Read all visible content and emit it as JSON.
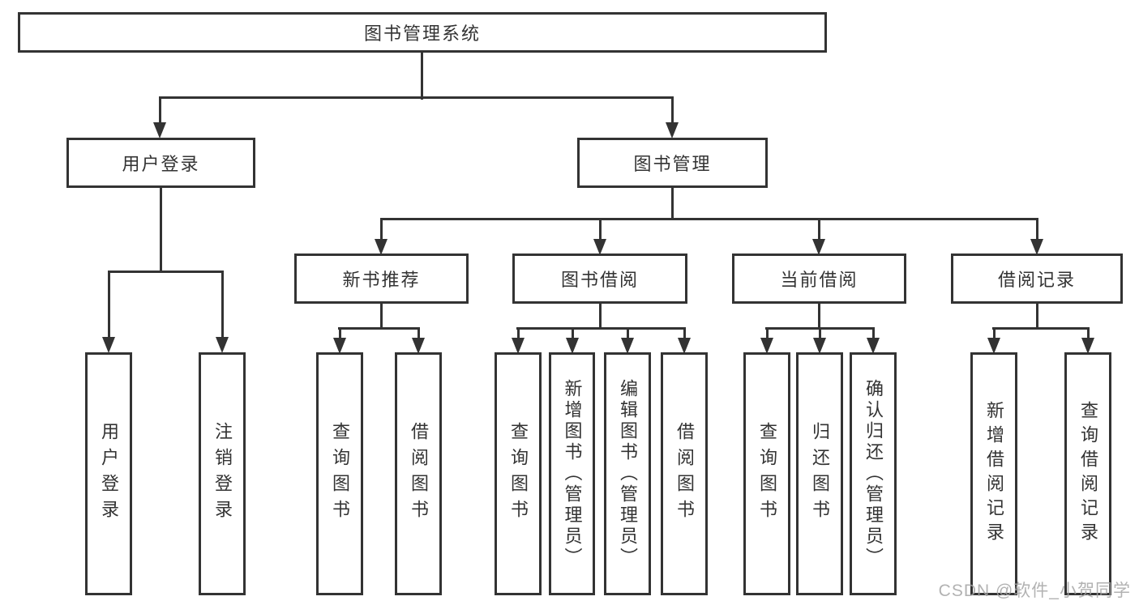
{
  "diagram": {
    "root": "图书管理系统",
    "level2": {
      "user_login": "用户登录",
      "book_mgmt": "图书管理"
    },
    "level3": {
      "new_books": "新书推荐",
      "book_borrow": "图书借阅",
      "current_borrow": "当前借阅",
      "borrow_records": "借阅记录"
    },
    "leaves": [
      "用户登录",
      "注销登录",
      "查询图书",
      "借阅图书",
      "查询图书",
      "新增图书（管理员）",
      "编辑图书（管理员）",
      "借阅图书",
      "查询图书",
      "归还图书",
      "确认归还（管理员）",
      "新增借阅记录",
      "查询借阅记录"
    ],
    "watermark": "CSDN @软件_小贺同学"
  }
}
